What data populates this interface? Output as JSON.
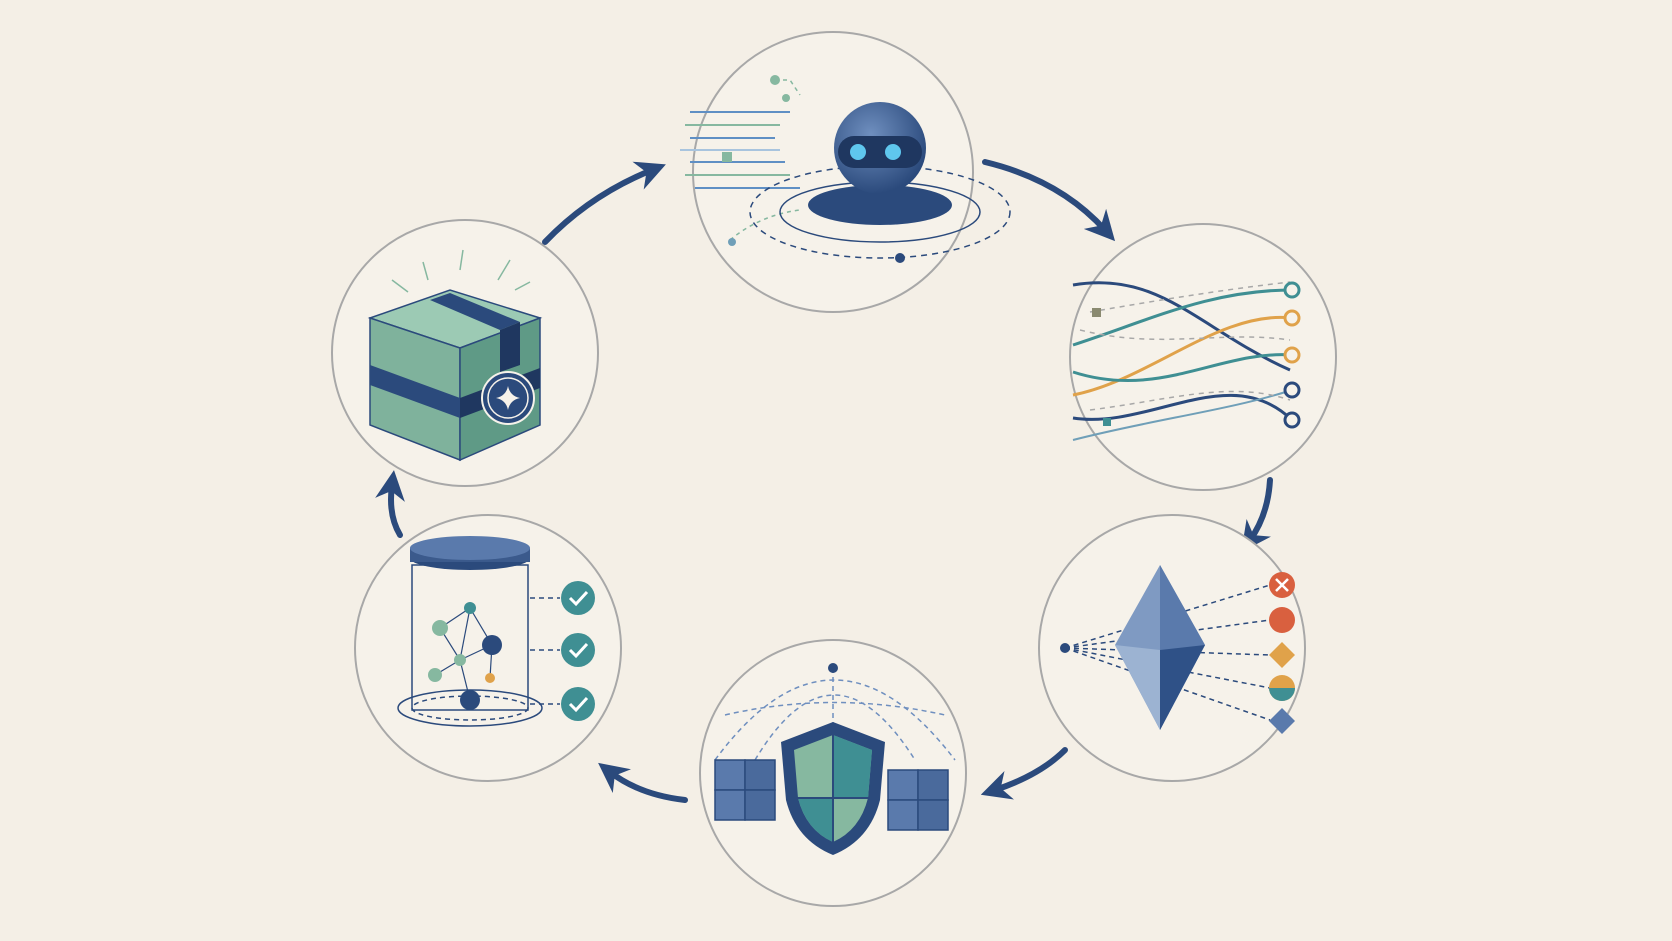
{
  "diagram": {
    "type": "cycle",
    "direction": "clockwise",
    "stages": [
      {
        "id": "ai-model",
        "icon": "robot-sphere-icon"
      },
      {
        "id": "data-paths",
        "icon": "branching-lines-icon"
      },
      {
        "id": "classification",
        "icon": "prism-diamond-icon"
      },
      {
        "id": "protection",
        "icon": "shield-icon"
      },
      {
        "id": "validation",
        "icon": "graph-jar-icon"
      },
      {
        "id": "packaging",
        "icon": "package-box-icon"
      }
    ],
    "colors": {
      "background": "#f4efe6",
      "navy": "#2b4a7c",
      "teal": "#3f8f93",
      "sage": "#86b8a0",
      "orange": "#e0a24a",
      "red": "#d9603f",
      "circle_outline": "#a8a8a8"
    }
  }
}
